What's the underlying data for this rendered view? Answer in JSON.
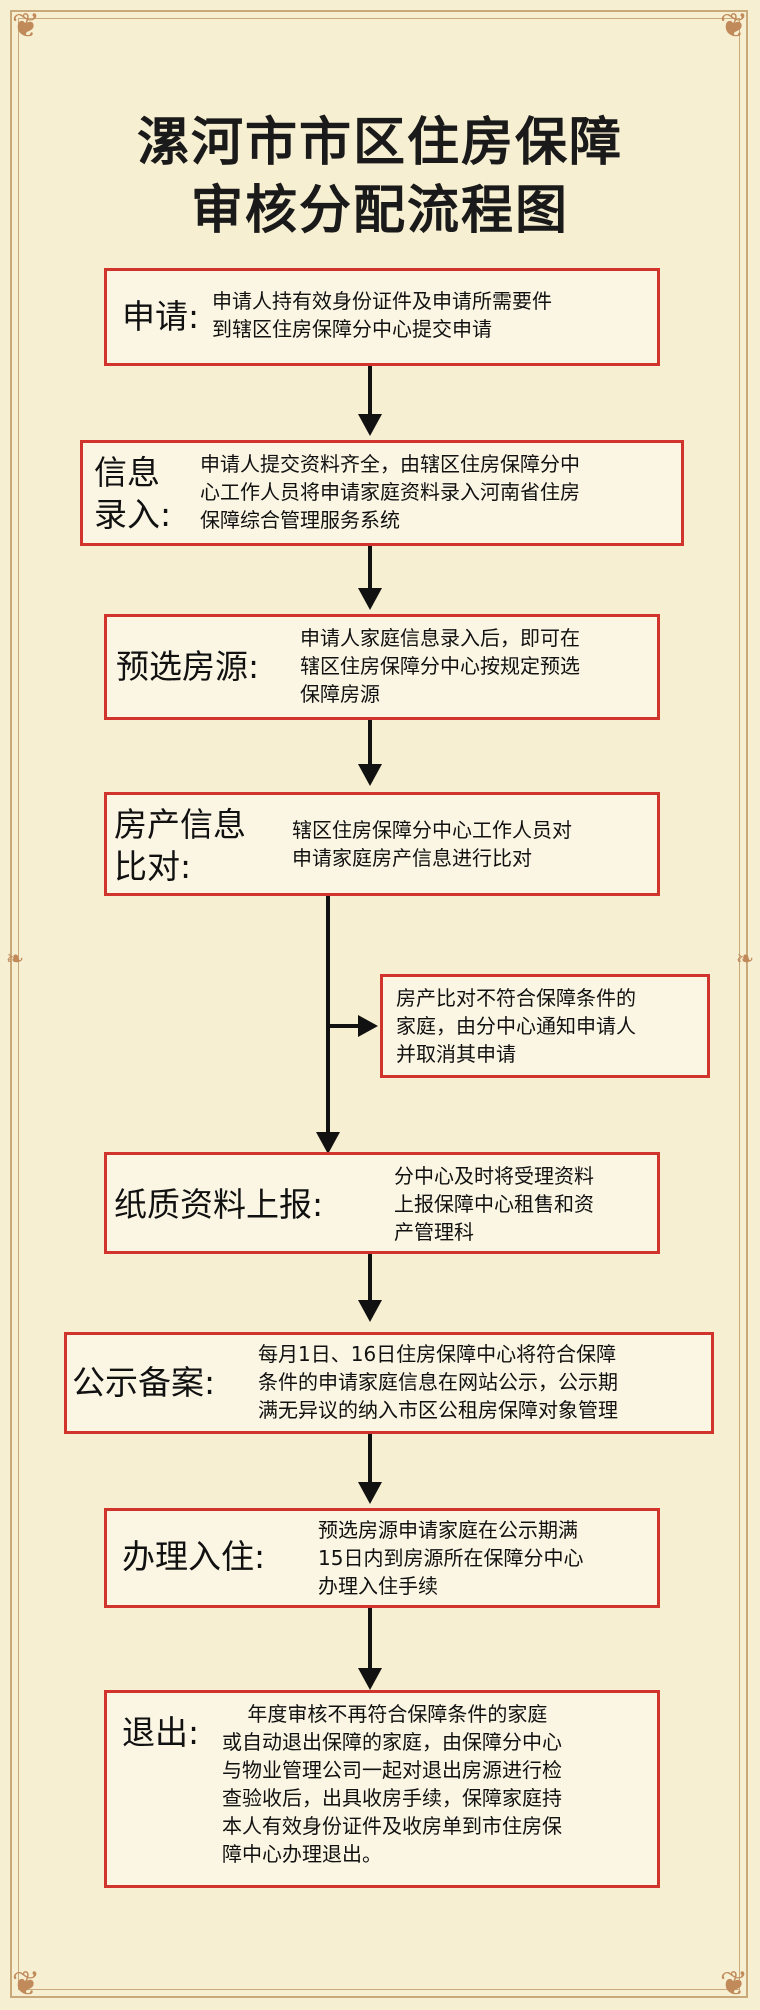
{
  "title": {
    "line1": "漯河市市区住房保障",
    "line2": "审核分配流程图"
  },
  "steps": [
    {
      "label": "申请:",
      "desc": "申请人持有效身份证件及申请所需要件\n到辖区住房保障分中心提交申请"
    },
    {
      "label": "信息\n录入:",
      "desc": "申请人提交资料齐全，由辖区住房保障分中\n心工作人员将申请家庭资料录入河南省住房\n保障综合管理服务系统"
    },
    {
      "label": "预选房源:",
      "desc": "申请人家庭信息录入后，即可在\n辖区住房保障分中心按规定预选\n保障房源"
    },
    {
      "label": "房产信息\n比对:",
      "desc": "辖区住房保障分中心工作人员对\n申请家庭房产信息进行比对"
    },
    {
      "label": "纸质资料上报:",
      "desc": "分中心及时将受理资料\n上报保障中心租售和资\n产管理科"
    },
    {
      "label": "公示备案:",
      "desc": "每月1日、16日住房保障中心将符合保障\n条件的申请家庭信息在网站公示，公示期\n满无异议的纳入市区公租房保障对象管理"
    },
    {
      "label": "办理入住:",
      "desc": "预选房源申请家庭在公示期满\n15日内到房源所在保障分中心\n办理入住手续"
    },
    {
      "label": "退出:",
      "desc": "    年度审核不再符合保障条件的家庭\n或自动退出保障的家庭，由保障分中心\n与物业管理公司一起对退出房源进行检\n查验收后，出具收房手续，保障家庭持\n本人有效身份证件及收房单到市住房保\n障中心办理退出。"
    }
  ],
  "branch": {
    "desc": "房产比对不符合保障条件的\n家庭，由分中心通知申请人\n并取消其申请"
  },
  "colors": {
    "box_border": "#d0342c",
    "background": "#f7efd2",
    "frame": "#c9a879"
  }
}
